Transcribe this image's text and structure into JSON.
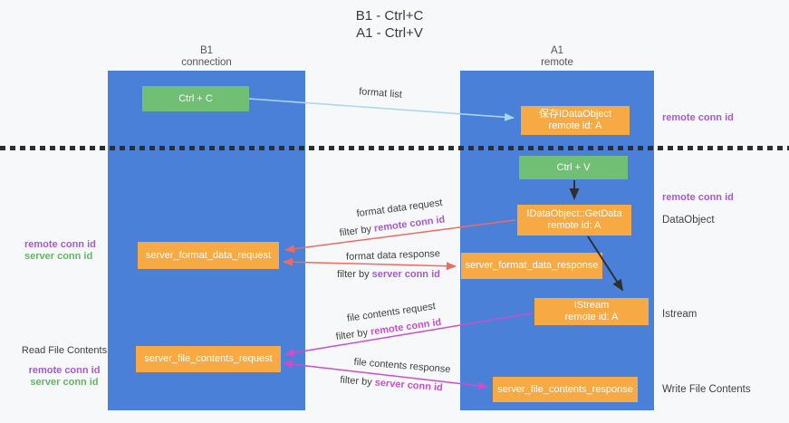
{
  "title": {
    "line1": "B1 - Ctrl+C",
    "line2": "A1 - Ctrl+V"
  },
  "columns": {
    "left": {
      "name": "B1",
      "role": "connection"
    },
    "right": {
      "name": "A1",
      "role": "remote"
    }
  },
  "nodes": {
    "ctrl_c": {
      "label": "Ctrl + C"
    },
    "save_dataobject": {
      "line1": "保存IDataObject",
      "line2": "remote id: A"
    },
    "ctrl_v": {
      "label": "Ctrl + V"
    },
    "getdata": {
      "line1": "IDataObject::GetData",
      "line2": "remote id: A"
    },
    "server_format_data_request": {
      "label": "server_format_data_request"
    },
    "server_format_data_response": {
      "label": "server_format_data_response"
    },
    "istream": {
      "line1": "IStream",
      "line2": "remote id: A"
    },
    "server_file_contents_request": {
      "label": "server_file_contents_request"
    },
    "server_file_contents_response": {
      "label": "server_file_contents_response"
    }
  },
  "edges": {
    "format_list": {
      "label": "format list"
    },
    "format_data_request": {
      "label": "format data request",
      "filter_prefix": "filter by ",
      "filter_key": "remote conn id"
    },
    "format_data_response": {
      "label": "format data response",
      "filter_prefix": "filter by ",
      "filter_key": "server conn id"
    },
    "file_contents_request": {
      "label": "file contents request",
      "filter_prefix": "filter by ",
      "filter_key": "remote conn id"
    },
    "file_contents_response": {
      "label": "file contents response",
      "filter_prefix": "filter by ",
      "filter_key": "server conn id"
    }
  },
  "side_labels": {
    "left_format": {
      "remote": "remote conn id",
      "server": "server conn id"
    },
    "left_file": {
      "title": "Read File Contents",
      "remote": "remote conn id",
      "server": "server conn id"
    },
    "right_top": "remote conn id",
    "right_ctrlv": "remote conn id",
    "right_dataobject": "DataObject",
    "right_istream": "Istream",
    "right_write": "Write File Contents"
  },
  "colors": {
    "column_blue": "#4a80d8",
    "box_green": "#71bf74",
    "box_orange": "#f7a943",
    "purple_text": "#a55bcc",
    "magenta_text": "#c74fc7",
    "green_text": "#63b663",
    "red_arrow": "#ee6b63",
    "magenta_arrow": "#cc4ec9",
    "light_blue_arrow": "#aad6f2",
    "black_arrow": "#2f2f2f"
  }
}
